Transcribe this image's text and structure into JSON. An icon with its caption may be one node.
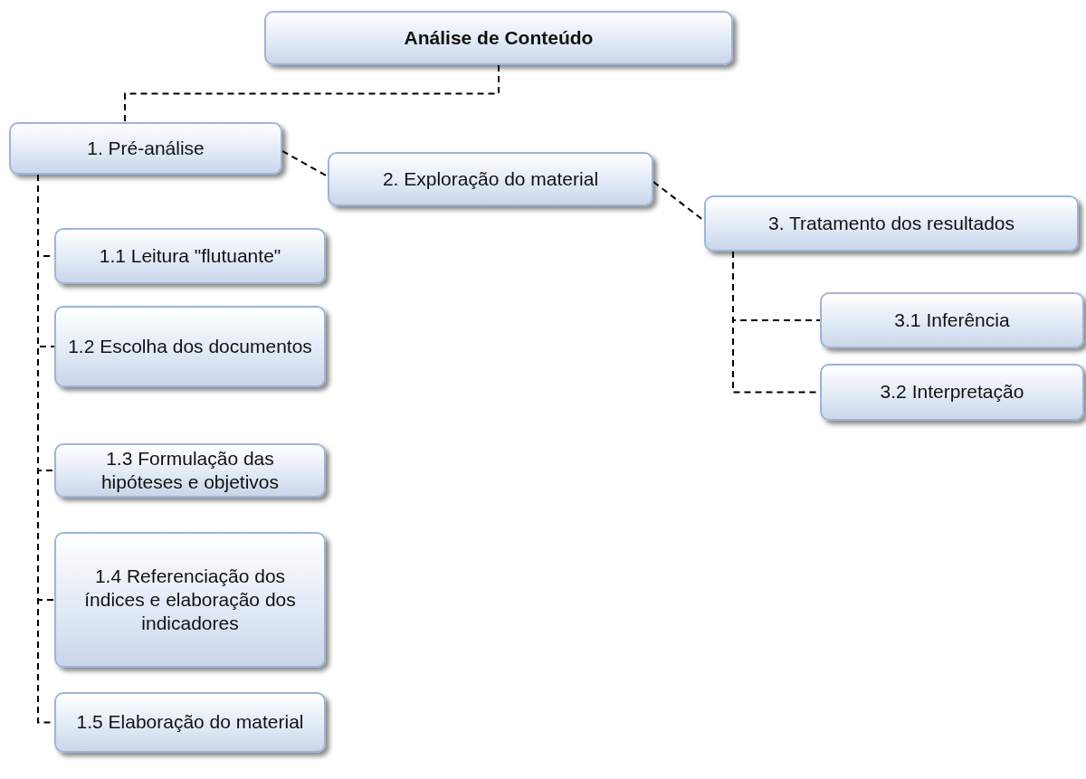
{
  "diagram": {
    "nodes": [
      {
        "text": [
          "Análise de Conteúdo"
        ]
      },
      {
        "text": [
          "1. Pré-análise"
        ]
      },
      {
        "text": [
          "2. Exploração do material"
        ]
      },
      {
        "text": [
          "3. Tratamento dos resultados"
        ]
      },
      {
        "text": [
          "1.1 Leitura \"flutuante\""
        ]
      },
      {
        "text": [
          "1.2 Escolha dos documentos"
        ]
      },
      {
        "text": [
          "1.3 Formulação das hipóteses e objetivos"
        ]
      },
      {
        "text": [
          "1.4 Referenciação dos índices e elaboração dos indicadores"
        ]
      },
      {
        "text": [
          "1.5 Elaboração do material"
        ]
      },
      {
        "text": [
          "3.1 Inferência"
        ]
      },
      {
        "text": [
          "3.2 Interpretação"
        ]
      }
    ],
    "edges": [
      {
        "from": 0,
        "to": 1,
        "arrow": "none",
        "style": "dashed"
      },
      {
        "from": 1,
        "to": 2,
        "arrow": "none",
        "style": "dashed"
      },
      {
        "from": 2,
        "to": 3,
        "arrow": "none",
        "style": "dashed"
      },
      {
        "from": 1,
        "to": 4,
        "arrow": "none",
        "style": "dashed"
      },
      {
        "from": 1,
        "to": 5,
        "arrow": "none",
        "style": "dashed"
      },
      {
        "from": 1,
        "to": 6,
        "arrow": "none",
        "style": "dashed"
      },
      {
        "from": 1,
        "to": 7,
        "arrow": "none",
        "style": "dashed"
      },
      {
        "from": 1,
        "to": 8,
        "arrow": "none",
        "style": "dashed"
      },
      {
        "from": 3,
        "to": 9,
        "arrow": "none",
        "style": "dashed"
      },
      {
        "from": 3,
        "to": 10,
        "arrow": "none",
        "style": "dashed"
      }
    ]
  }
}
